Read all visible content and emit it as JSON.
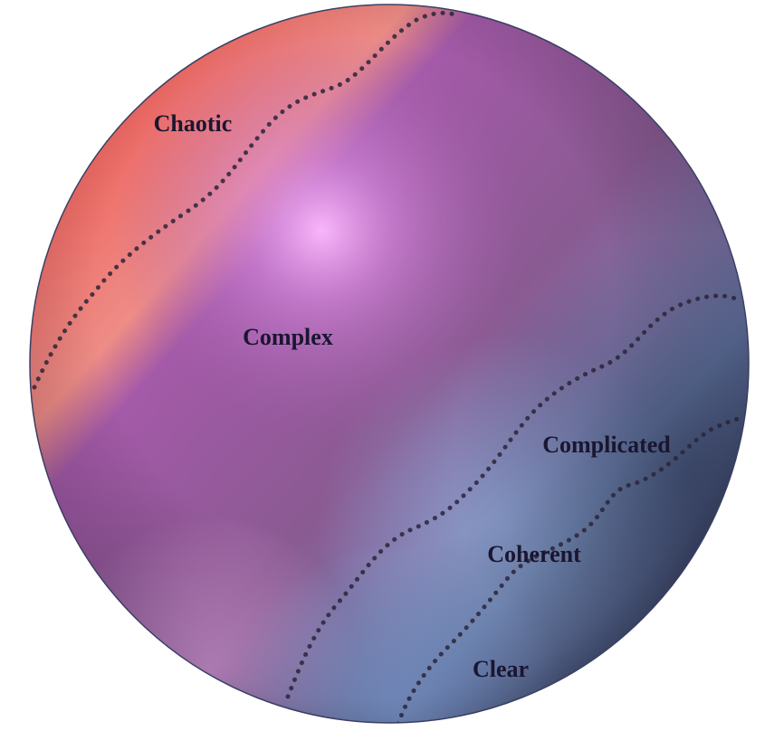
{
  "diagram": {
    "regions": [
      {
        "id": "chaotic",
        "label": "Chaotic",
        "color": "#f26a5e"
      },
      {
        "id": "complex",
        "label": "Complex",
        "color": "#9a56a6"
      },
      {
        "id": "complicated",
        "label": "Complicated",
        "color": "#6f84b4"
      },
      {
        "id": "coherent",
        "label": "Coherent",
        "color": "#7a91c2"
      },
      {
        "id": "clear",
        "label": "Clear",
        "color": "#3f5478"
      }
    ],
    "highlight_color": "#f7b3f5",
    "outline_color": "#3a3f63"
  }
}
